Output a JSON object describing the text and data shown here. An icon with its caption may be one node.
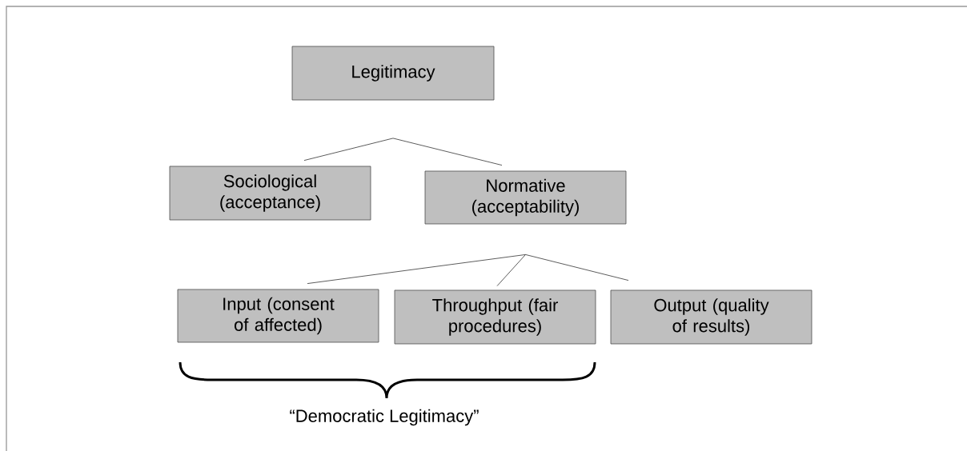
{
  "diagram": {
    "nodes": [
      {
        "text": [
          "Legitimacy"
        ]
      },
      {
        "text": [
          "Sociological (acceptance)"
        ]
      },
      {
        "text": [
          "Normative (acceptability)"
        ]
      },
      {
        "text": [
          "Input (consent of affected)"
        ]
      },
      {
        "text": [
          "Throughput (fair procedures)"
        ]
      },
      {
        "text": [
          "Output (quality of results)"
        ]
      }
    ],
    "edges": [
      {
        "from": 0,
        "to": 1,
        "arrow": "none"
      },
      {
        "from": 0,
        "to": 2,
        "arrow": "none"
      },
      {
        "from": 2,
        "to": 3,
        "arrow": "none"
      },
      {
        "from": 2,
        "to": 4,
        "arrow": "none"
      },
      {
        "from": 2,
        "to": 5,
        "arrow": "none"
      }
    ],
    "labels": [
      "“Democratic Legitimacy”"
    ]
  }
}
